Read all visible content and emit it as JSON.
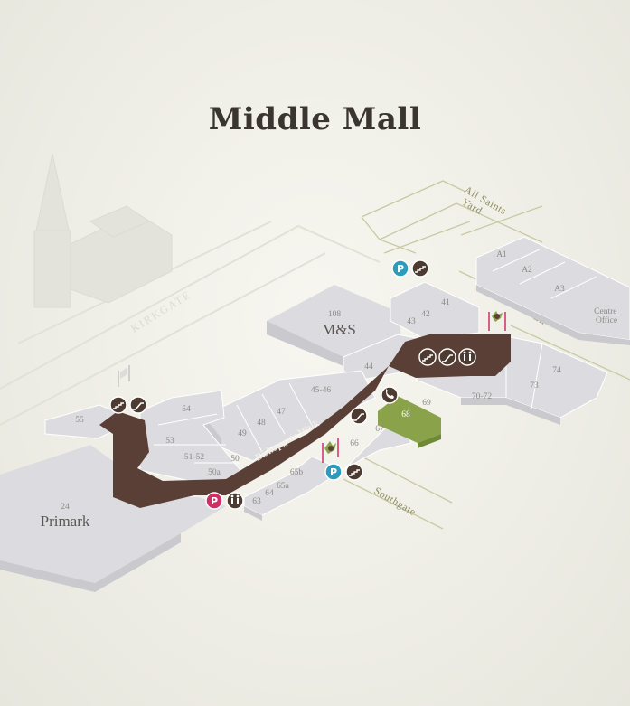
{
  "title": "Middle Mall",
  "anchors": {
    "ms": {
      "number": "108",
      "name": "M&S"
    },
    "primark": {
      "number": "24",
      "name": "Primark"
    }
  },
  "walkway": {
    "name": "Bishopgate Walk"
  },
  "streets": {
    "kirkgate": "KIRKGATE",
    "all_saints": [
      "All Saints",
      "Yard"
    ],
    "almshouse": "Almshouse Ln",
    "southgate": "Southgate"
  },
  "units": [
    "41",
    "42",
    "43",
    "44",
    "45-46",
    "47",
    "48",
    "49",
    "50",
    "50a",
    "51-52",
    "53",
    "54",
    "55",
    "63",
    "64",
    "65a",
    "65b",
    "66",
    "67",
    "68",
    "69",
    "70-72",
    "73",
    "74",
    "A1",
    "A2",
    "A3"
  ],
  "centre_office": [
    "Centre",
    "Office"
  ],
  "highlight_unit": "68",
  "colors": {
    "walkway": "#5a3f37",
    "unit_top": "#dcdce0",
    "unit_side": "#c9c9ce",
    "highlight": "#8aa34a",
    "parking_blue": "#2e9bbd",
    "parking_pink": "#cf2f65",
    "facility": "#4d3a30",
    "street_line": "#c9c9a4"
  },
  "icons": [
    "parking-icon",
    "stairs-icon",
    "escalator-icon",
    "toilets-icon",
    "telephone-icon",
    "entrance-icon",
    "flag-icon"
  ]
}
